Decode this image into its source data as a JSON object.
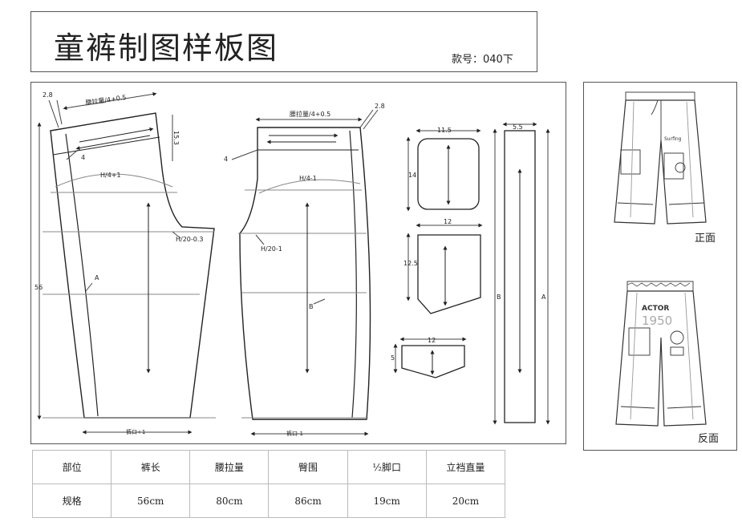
{
  "header": {
    "title": "童裤制图样板图",
    "style_no": "款号：040下"
  },
  "drawing": {
    "front": {
      "waist_label": "腰拉量/4+0.5",
      "hip_label": "H/4+1",
      "crotch_label": "H/20-0.3",
      "hem_label": "裤口+1",
      "dim_top": "2.8",
      "dim_rise": "15.3",
      "dim_waistband": "4",
      "dim_length": "56",
      "seam_label": "A"
    },
    "back": {
      "waist_label": "腰拉量/4+0.5",
      "hip_label": "H/4-1",
      "crotch_label": "H/20-1",
      "hem_label": "裤口-1",
      "dim_top": "2.8",
      "dim_waistband": "4",
      "seam_label": "B"
    },
    "pieces": {
      "pocket1_w": "11.5",
      "pocket1_h": "14",
      "pocket2_w": "12",
      "pocket2_h": "12.5",
      "flap_w": "12",
      "flap_h": "5",
      "strip_w": "5.5",
      "strip_b": "B",
      "strip_a": "A"
    }
  },
  "photos": {
    "front_label": "正面",
    "back_label": "反面",
    "print_text_front": "Surfing",
    "print_text_back_1": "ACTOR",
    "print_text_back_2": "1950"
  },
  "spec_table": {
    "headers": [
      "部位",
      "裤长",
      "腰拉量",
      "臀围",
      "½脚口",
      "立裆直量"
    ],
    "values": [
      "规格",
      "56cm",
      "80cm",
      "86cm",
      "19cm",
      "20cm"
    ]
  }
}
